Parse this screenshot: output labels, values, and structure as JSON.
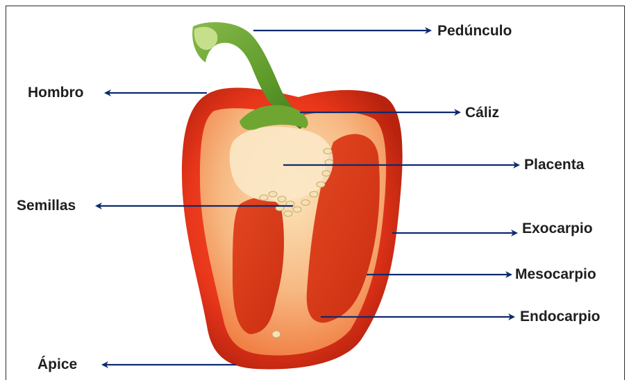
{
  "labels": {
    "peduncle": "Pedúnculo",
    "shoulder": "Hombro",
    "calyx": "Cáliz",
    "placenta": "Placenta",
    "seeds": "Semillas",
    "exocarp": "Exocarpio",
    "mesocarp": "Mesocarpio",
    "endocarp": "Endocarpio",
    "apex": "Ápice"
  },
  "colors": {
    "arrow": "#0d2a6e",
    "label_text": "#1f1f1f",
    "pepper_skin": "#e8361b",
    "pepper_flesh": "#f6a36a",
    "pepper_cavity": "#d9300f",
    "stem": "#5d9a2a"
  }
}
